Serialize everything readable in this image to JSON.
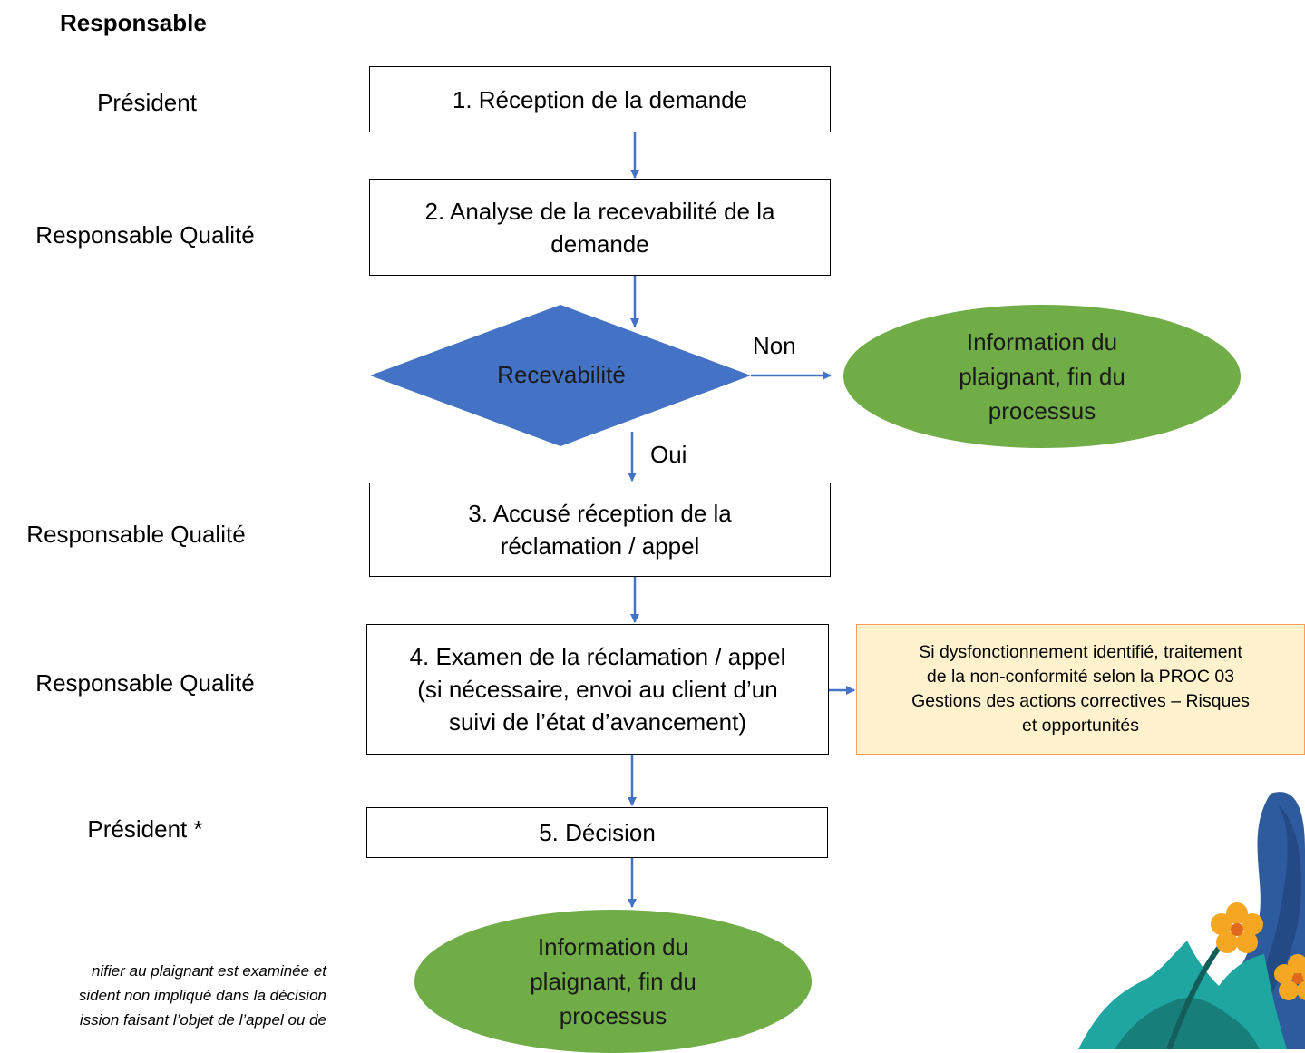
{
  "header": "Responsable",
  "roles": [
    "Président",
    "Responsable Qualité",
    "Responsable Qualité",
    "Responsable Qualité",
    "Président *"
  ],
  "steps": {
    "s1": [
      "1. Réception de la demande"
    ],
    "s2": [
      "2. Analyse de la recevabilité de la",
      "demande"
    ],
    "s3": [
      "3. Accusé réception de la",
      "réclamation / appel"
    ],
    "s4": [
      "4. Examen de la réclamation / appel",
      "(si nécessaire, envoi au client d’un",
      "suivi de l’état d’avancement)"
    ],
    "s5": [
      "5. Décision"
    ]
  },
  "decision": {
    "label": "Recevabilité",
    "no_label": "Non",
    "yes_label": "Oui"
  },
  "end_right": [
    "Information du",
    "plaignant, fin du",
    "processus"
  ],
  "end_bottom": [
    "Information du",
    "plaignant, fin du",
    "processus"
  ],
  "note": [
    "Si dysfonctionnement identifié, traitement",
    "de la non-conformité selon la PROC 03",
    "Gestions des actions correctives – Risques",
    "et opportunités"
  ],
  "footnote": [
    "nifier au plaignant est examinée et",
    "sident non impliqué dans la décision",
    "ission faisant l’objet de l’appel ou de"
  ],
  "colors": {
    "arrow": "#4472C4",
    "diamond": "#4472C4",
    "ellipse": "#70AD47",
    "note_fill": "#FFF2CC",
    "note_border": "#F4A15C"
  }
}
